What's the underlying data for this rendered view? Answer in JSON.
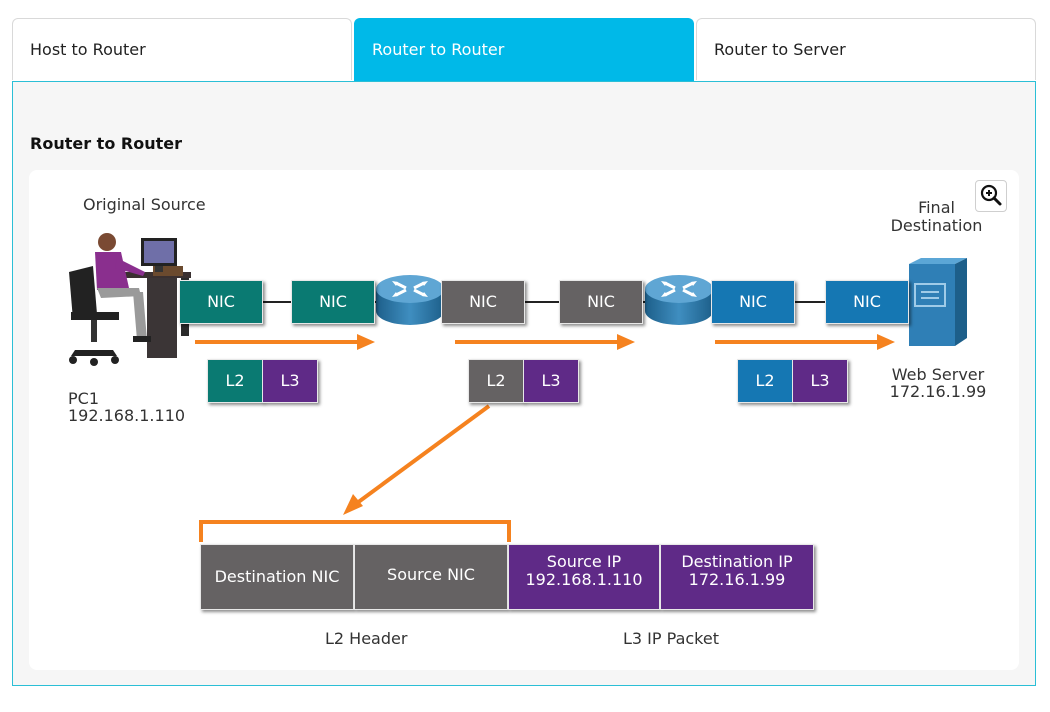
{
  "tabs": [
    {
      "label": "Host to Router",
      "active": false
    },
    {
      "label": "Router to Router",
      "active": true
    },
    {
      "label": "Router to Server",
      "active": false
    }
  ],
  "panel": {
    "title": "Router to Router"
  },
  "diagram": {
    "source_label": "Original Source",
    "destination_label_line1": "Final",
    "destination_label_line2": "Destination",
    "pc_name": "PC1",
    "pc_ip": "192.168.1.110",
    "server_name": "Web Server",
    "server_ip": "172.16.1.99",
    "nic_label": "NIC",
    "l2_label": "L2",
    "l3_label": "L3",
    "frame": {
      "dest_nic": "Destination NIC",
      "src_nic": "Source NIC",
      "src_ip_label": "Source IP",
      "src_ip": "192.168.1.110",
      "dest_ip_label": "Destination IP",
      "dest_ip": "172.16.1.99",
      "l2_header": "L2 Header",
      "l3_packet": "L3 IP Packet"
    }
  },
  "colors": {
    "accent": "#00b9e8",
    "segment1": "#0a7a72",
    "segment2": "#656263",
    "segment3": "#1577b3",
    "l3": "#5f2a87",
    "arrow": "#f5821f"
  },
  "icons": [
    "zoom-in-icon",
    "pc-user-icon",
    "router-icon",
    "server-icon"
  ]
}
